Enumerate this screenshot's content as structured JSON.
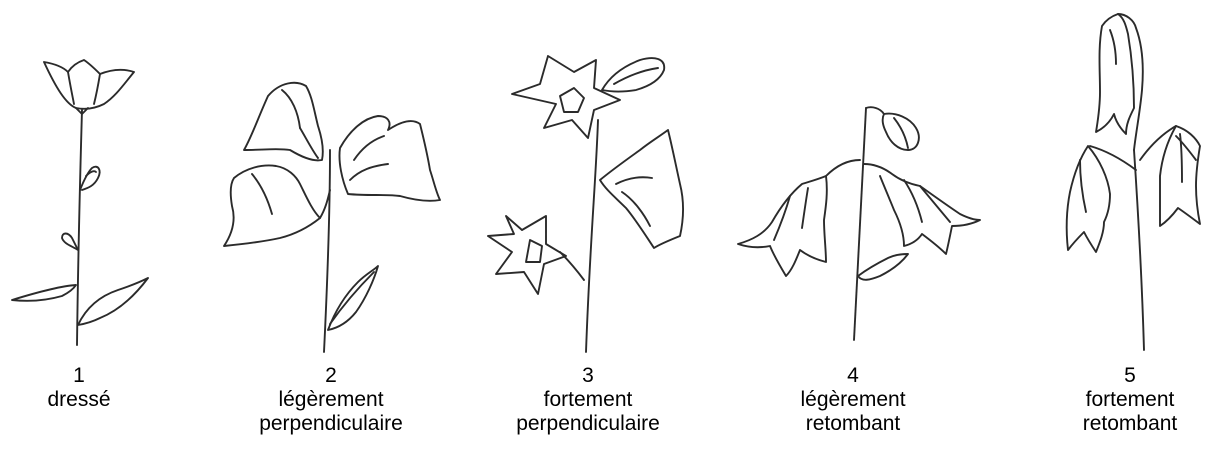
{
  "stages": [
    {
      "number": "1",
      "lines": [
        "dressé"
      ],
      "icon": "upright-bellflower-icon"
    },
    {
      "number": "2",
      "lines": [
        "légèrement",
        "perpendiculaire"
      ],
      "icon": "slightly-perpendicular-bellflower-icon"
    },
    {
      "number": "3",
      "lines": [
        "fortement",
        "perpendiculaire"
      ],
      "icon": "strongly-perpendicular-bellflower-icon"
    },
    {
      "number": "4",
      "lines": [
        "légèrement",
        "retombant"
      ],
      "icon": "slightly-drooping-bellflower-icon"
    },
    {
      "number": "5",
      "lines": [
        "fortement",
        "retombant"
      ],
      "icon": "strongly-drooping-bellflower-icon"
    }
  ],
  "colors": {
    "ink": "#2b2b2b",
    "text": "#000000",
    "background": "#ffffff"
  }
}
